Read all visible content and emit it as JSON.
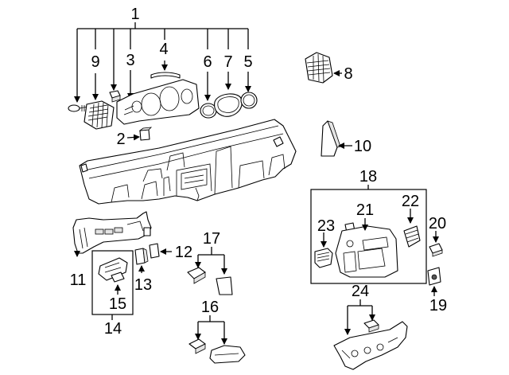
{
  "callouts": {
    "c1": "1",
    "c2": "2",
    "c3": "3",
    "c4": "4",
    "c5": "5",
    "c6": "6",
    "c7": "7",
    "c8": "8",
    "c9": "9",
    "c10": "10",
    "c11": "11",
    "c12": "12",
    "c13": "13",
    "c14": "14",
    "c15": "15",
    "c16": "16",
    "c17": "17",
    "c18": "18",
    "c19": "19",
    "c20": "20",
    "c21": "21",
    "c22": "22",
    "c23": "23",
    "c24": "24"
  },
  "colors": {
    "line": "#000000",
    "background": "#ffffff",
    "shade": "#e4e4e4"
  }
}
